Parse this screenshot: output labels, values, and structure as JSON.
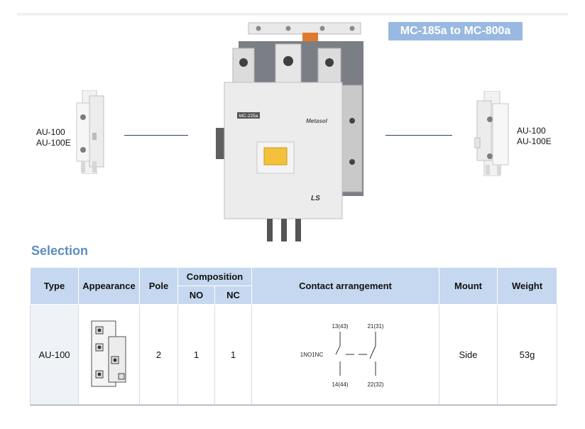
{
  "header": {
    "badge": "MC-185a to MC-800a"
  },
  "product": {
    "model_plate": "MC-225a",
    "brand_text": "Metasol",
    "logo_text": "LS"
  },
  "left_accessory": {
    "line1": "AU-100",
    "line2": "AU-100E"
  },
  "right_accessory": {
    "line1": "AU-100",
    "line2": "AU-100E"
  },
  "section": {
    "title": "Selection"
  },
  "table": {
    "headers": {
      "type": "Type",
      "appearance": "Appearance",
      "pole": "Pole",
      "composition": "Composition",
      "no": "NO",
      "nc": "NC",
      "contact": "Contact arrangement",
      "mount": "Mount",
      "weight": "Weight"
    },
    "rows": [
      {
        "type": "AU-100",
        "pole": "2",
        "no": "1",
        "nc": "1",
        "mount": "Side",
        "weight": "53g",
        "diagram": {
          "label": "1NO1NC",
          "t1": "13(43)",
          "t2": "21(31)",
          "t3": "14(44)",
          "t4": "22(32)"
        }
      }
    ]
  },
  "colors": {
    "badge_bg": "#9ab9e0",
    "header_bg": "#c5d8ef",
    "title_color": "#5d8cc0",
    "connector": "#2a3f66"
  }
}
